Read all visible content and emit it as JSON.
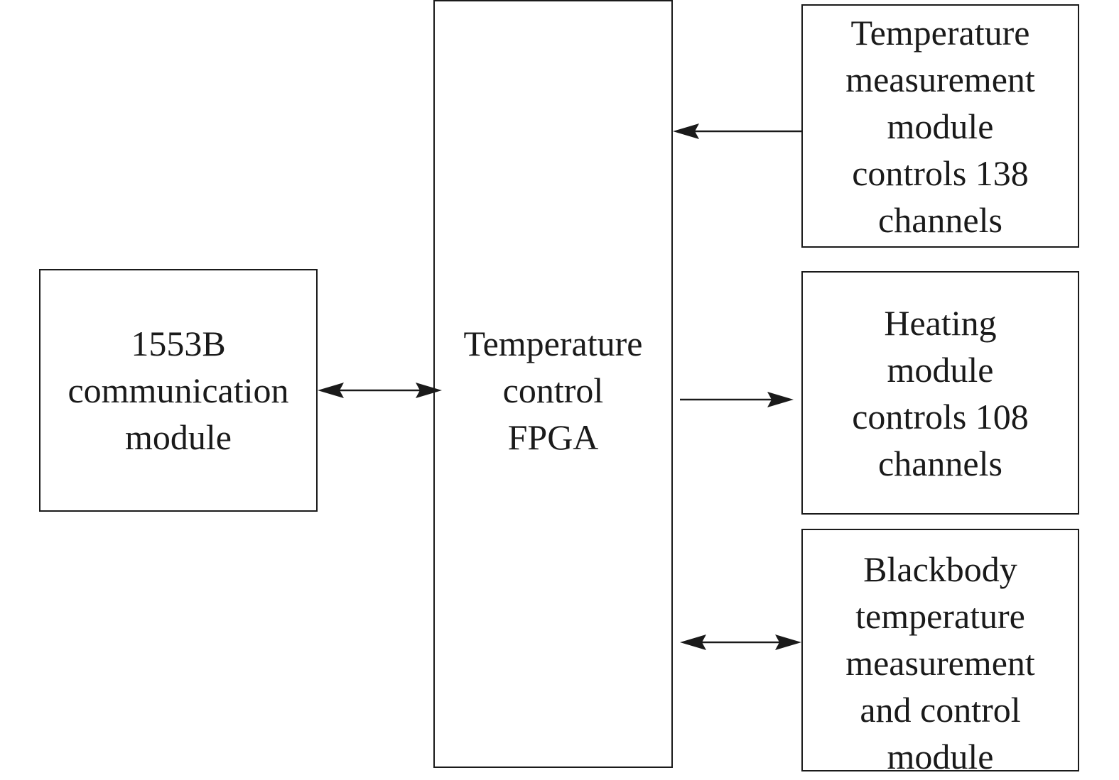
{
  "blocks": {
    "comm": {
      "lines": [
        "1553B",
        "communication",
        "module"
      ]
    },
    "fpga": {
      "lines": [
        "Temperature",
        "control",
        "FPGA"
      ]
    },
    "temp_measure": {
      "lines": [
        "Temperature",
        "measurement",
        "module",
        "controls 138",
        "channels"
      ]
    },
    "heating": {
      "lines": [
        "Heating",
        "module",
        "controls 108",
        "channels"
      ]
    },
    "blackbody": {
      "lines": [
        "Blackbody",
        "temperature",
        "measurement",
        "and control",
        "module"
      ]
    }
  },
  "connections": [
    {
      "from": "comm",
      "to": "fpga",
      "direction": "bidirectional"
    },
    {
      "from": "temp_measure",
      "to": "fpga",
      "direction": "one-way"
    },
    {
      "from": "fpga",
      "to": "heating",
      "direction": "one-way"
    },
    {
      "from": "fpga",
      "to": "blackbody",
      "direction": "bidirectional"
    }
  ],
  "colors": {
    "stroke": "#1a1a1a",
    "background": "#ffffff"
  }
}
